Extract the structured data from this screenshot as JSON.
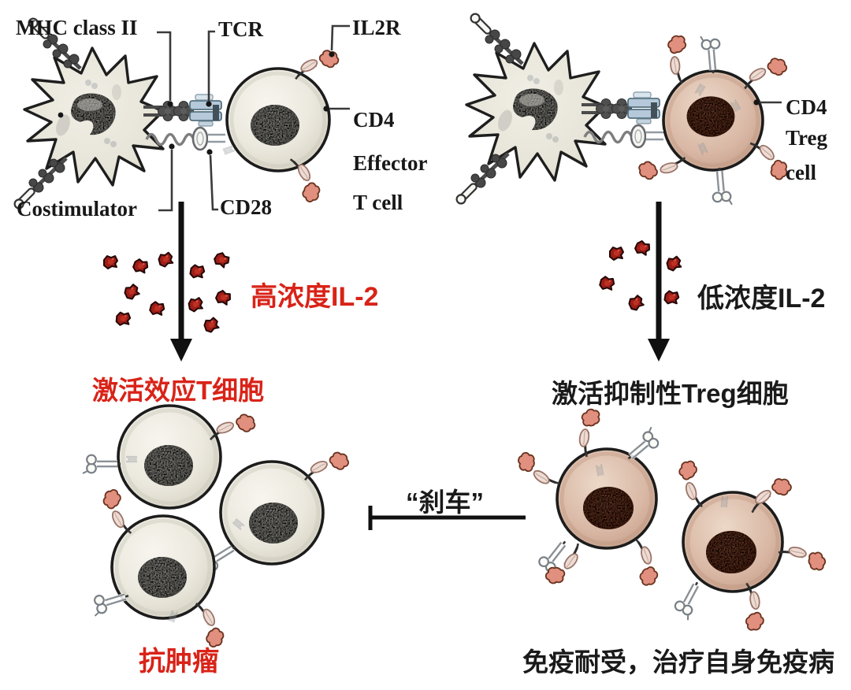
{
  "colors": {
    "red_text": "#d92318",
    "black_text": "#1a1a1a",
    "il2_molecule": "#9e1d16",
    "effector_cell_body": "#ece9df",
    "effector_nucleus": "#a3a29b",
    "treg_cell_body": "#d9b8a5",
    "treg_nucleus": "#7b4330",
    "apc_body": "#e9e7dd"
  },
  "left": {
    "labels": {
      "mhc": "MHC class II",
      "tcr": "TCR",
      "il2r": "IL2R",
      "cd4": "CD4",
      "cell_line2": "Effector",
      "cell_line3": "T cell",
      "costimulator": "Costimulator",
      "cd28": "CD28"
    },
    "il2_label": "高浓度IL-2",
    "il2_count": 11,
    "activation_label": "激活效应T细胞",
    "outcome_label": "抗肿瘤"
  },
  "right": {
    "labels": {
      "cd4": "CD4",
      "cell_line2": "Treg",
      "cell_line3": "cell"
    },
    "il2_label": "低浓度IL-2",
    "il2_count": 6,
    "activation_label": "激活抑制性Treg细胞",
    "outcome_label": "免疫耐受，治疗自身免疫病"
  },
  "brake_label": "“刹车”"
}
